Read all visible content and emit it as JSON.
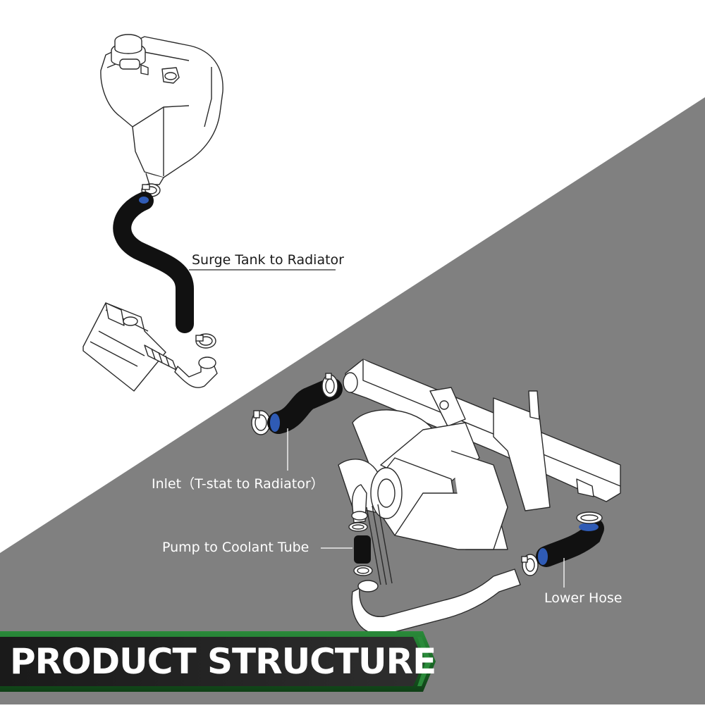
{
  "diagram": {
    "labels": {
      "surge_tank": "Surge Tank to Radiator",
      "inlet": "Inlet（T-stat to Radiator）",
      "pump": "Pump to Coolant Tube",
      "lower_hose": "Lower Hose"
    }
  },
  "banner": {
    "title": "PRODUCT STRUCTURE"
  },
  "colors": {
    "background_light": "#ffffff",
    "background_dark": "#808080",
    "hose": "#111111",
    "hose_opening": "#2f5bb5",
    "outline": "#2a2a2a",
    "banner_green": "#1f7a2e",
    "banner_dark": "#141414"
  },
  "icons": [
    "surge-tank-icon",
    "radiator-icon",
    "fan-icon",
    "hose-clamp-icon",
    "hose-icon",
    "coolant-tube-icon"
  ]
}
